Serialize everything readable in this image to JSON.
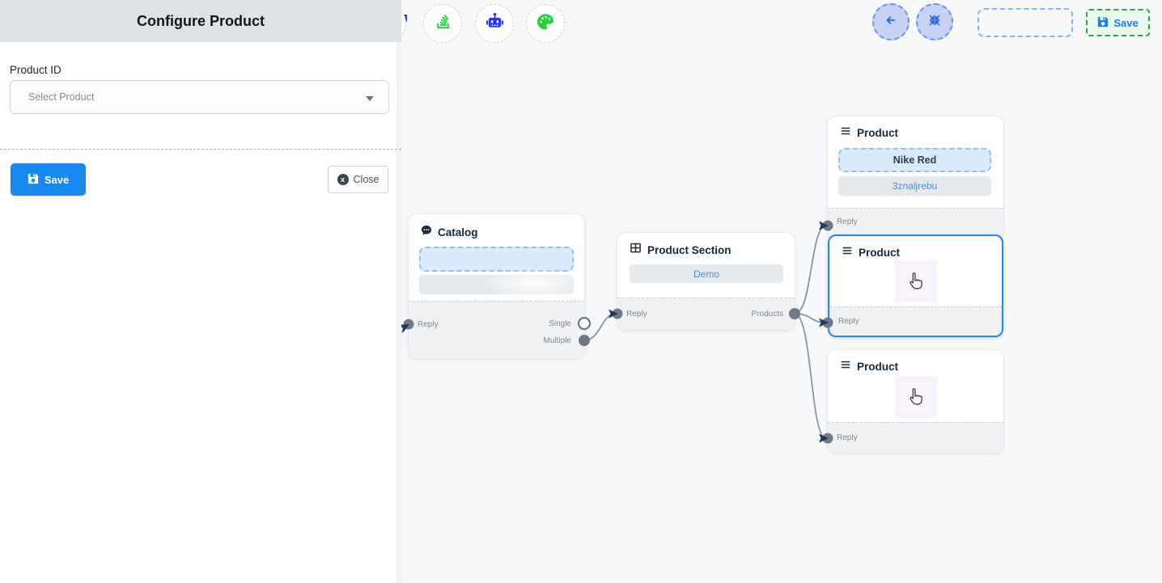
{
  "sidebar": {
    "title": "Configure Product",
    "product_id_label": "Product ID",
    "select_placeholder": "Select Product",
    "save_label": "Save",
    "close_label": "Close",
    "close_icon_glyph": "x"
  },
  "toolbar": {
    "save_label": "Save",
    "icons": [
      "stack-icon",
      "robot-icon",
      "palette-icon",
      "arrow-left-icon",
      "compress-icon"
    ]
  },
  "flow": {
    "catalog": {
      "title": "Catalog",
      "reply_label": "Reply",
      "single_label": "Single",
      "multiple_label": "Multiple"
    },
    "section": {
      "title": "Product Section",
      "item_label": "Demo",
      "reply_label": "Reply",
      "products_label": "Products"
    },
    "product_top": {
      "title": "Product",
      "name": "Nike Red",
      "retailer_id": "3znaljrebu",
      "reply_label": "Reply"
    },
    "product_mid": {
      "title": "Product",
      "reply_label": "Reply"
    },
    "product_bottom": {
      "title": "Product",
      "reply_label": "Reply"
    }
  },
  "colors": {
    "panel_accent_blue": "#1789ef",
    "selected_node_border": "#1e88f7",
    "edge_stroke": "#8a94a3",
    "arrowhead": "#1d3a5e",
    "toolbar_green": "#24d33c",
    "robot_blue": "#2b35ea",
    "save_green_bg": "#e9f7ee",
    "save_green_border": "#28a745",
    "header_bar_bg": "#dfe2e5"
  }
}
